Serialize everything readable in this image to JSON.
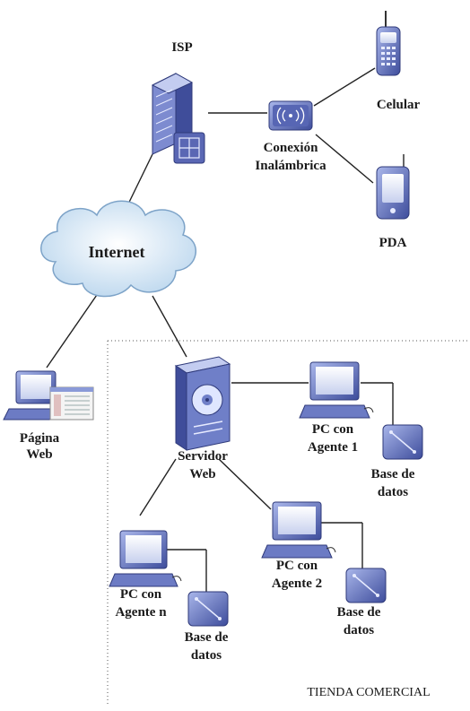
{
  "diagram": {
    "nodes": {
      "isp": {
        "label": "ISP",
        "icon": "server-building-icon"
      },
      "wireless": {
        "label_line1": "Conexión",
        "label_line2": "Inalámbrica",
        "icon": "wireless-access-point-icon"
      },
      "celular": {
        "label": "Celular",
        "icon": "cell-phone-icon"
      },
      "pda": {
        "label": "PDA",
        "icon": "pda-icon"
      },
      "internet": {
        "label": "Internet",
        "icon": "cloud-icon"
      },
      "pagina_web": {
        "label_line1": "Página",
        "label_line2": "Web",
        "icon": "webpage-computer-icon"
      },
      "servidor_web": {
        "label_line1": "Servidor",
        "label_line2": "Web",
        "icon": "server-tower-icon"
      },
      "pc_agente_1": {
        "label_line1": "PC con",
        "label_line2": "Agente 1",
        "icon": "desktop-pc-icon"
      },
      "bd_1": {
        "label_line1": "Base de",
        "label_line2": "datos",
        "icon": "database-icon"
      },
      "pc_agente_2": {
        "label_line1": "PC con",
        "label_line2": "Agente 2",
        "icon": "desktop-pc-icon"
      },
      "bd_2": {
        "label_line1": "Base de",
        "label_line2": "datos",
        "icon": "database-icon"
      },
      "pc_agente_n": {
        "label_line1": "PC con",
        "label_line2": "Agente n",
        "icon": "desktop-pc-icon"
      },
      "bd_n": {
        "label_line1": "Base de",
        "label_line2": "datos",
        "icon": "database-icon"
      }
    },
    "region": {
      "label": "TIENDA COMERCIAL"
    },
    "colors": {
      "cloud_fill": "#cfe3f3",
      "device_blue": "#6f7fbf",
      "device_dark": "#2f3a7a",
      "line": "#222222"
    }
  }
}
